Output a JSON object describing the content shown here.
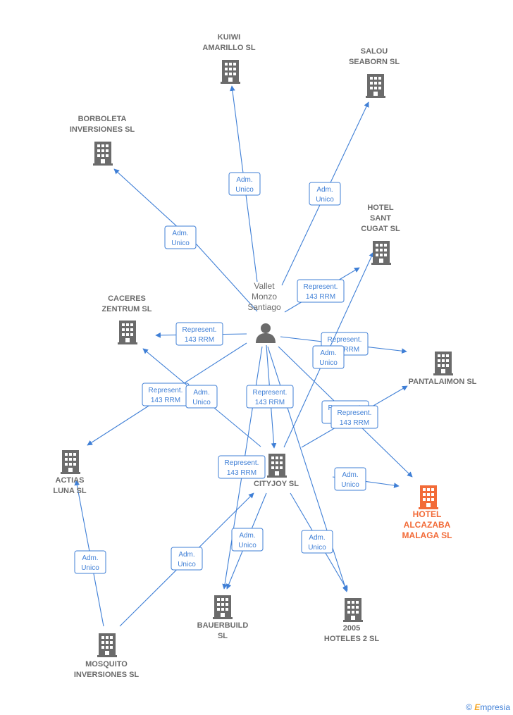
{
  "nodes": [
    {
      "id": "kuiwi",
      "label": [
        "KUIWI",
        "AMARILLO  SL"
      ],
      "kind": "company"
    },
    {
      "id": "salou",
      "label": [
        "SALOU",
        "SEABORN  SL"
      ],
      "kind": "company"
    },
    {
      "id": "borboleta",
      "label": [
        "BORBOLETA",
        "INVERSIONES SL"
      ],
      "kind": "company"
    },
    {
      "id": "santcugat",
      "label": [
        "HOTEL",
        "SANT",
        "CUGAT SL"
      ],
      "kind": "company"
    },
    {
      "id": "person",
      "label": [
        "Vallet",
        "Monzo",
        "Santiago"
      ],
      "kind": "person"
    },
    {
      "id": "caceres",
      "label": [
        "CACERES",
        "ZENTRUM  SL"
      ],
      "kind": "company"
    },
    {
      "id": "pantalaimon",
      "label": [
        "PANTALAIMON SL"
      ],
      "kind": "company"
    },
    {
      "id": "actias",
      "label": [
        "ACTIAS",
        "LUNA  SL"
      ],
      "kind": "company"
    },
    {
      "id": "cityjoy",
      "label": [
        "CITYJOY  SL"
      ],
      "kind": "company"
    },
    {
      "id": "alcazaba",
      "label": [
        "HOTEL",
        "ALCAZABA",
        "MALAGA  SL"
      ],
      "kind": "focus"
    },
    {
      "id": "bauerbuild",
      "label": [
        "BAUERBUILD",
        "SL"
      ],
      "kind": "company"
    },
    {
      "id": "hoteles2005",
      "label": [
        "2005",
        "HOTELES 2 SL"
      ],
      "kind": "company"
    },
    {
      "id": "mosquito",
      "label": [
        "MOSQUITO",
        "INVERSIONES SL"
      ],
      "kind": "company"
    }
  ],
  "edges": [
    {
      "label": [
        "Adm.",
        "Unico"
      ]
    },
    {
      "label": [
        "Adm.",
        "Unico"
      ]
    },
    {
      "label": [
        "Adm.",
        "Unico"
      ]
    },
    {
      "label": [
        "Represent.",
        "143 RRM"
      ]
    },
    {
      "label": [
        "Represent.",
        "143 RRM"
      ]
    },
    {
      "label": [
        "Represent.",
        "143 RRM"
      ]
    },
    {
      "label": [
        "Represent.",
        "143 RRM"
      ]
    },
    {
      "label": [
        "Represent.",
        "143 RRM"
      ]
    },
    {
      "label": [
        "Represent.",
        "143 RRM"
      ]
    },
    {
      "label": [
        "Adm.",
        "Unico"
      ]
    },
    {
      "label": [
        "Adm.",
        "Unico"
      ]
    },
    {
      "label": [
        "Represent.",
        "143 RRM"
      ]
    },
    {
      "label": [
        "Represent.",
        "143 RRM"
      ]
    },
    {
      "label": [
        "Adm.",
        "Unico"
      ]
    },
    {
      "label": [
        "Adm.",
        "Unico"
      ]
    },
    {
      "label": [
        "Adm.",
        "Unico"
      ]
    },
    {
      "label": [
        "Adm.",
        "Unico"
      ]
    },
    {
      "label": [
        "Adm.",
        "Unico"
      ]
    }
  ],
  "colors": {
    "edge": "#3f7fd6",
    "company": "#6b6b6b",
    "focus": "#f26b38"
  },
  "brand": {
    "symbol": "©",
    "name": "mpresia",
    "initial": "E"
  }
}
